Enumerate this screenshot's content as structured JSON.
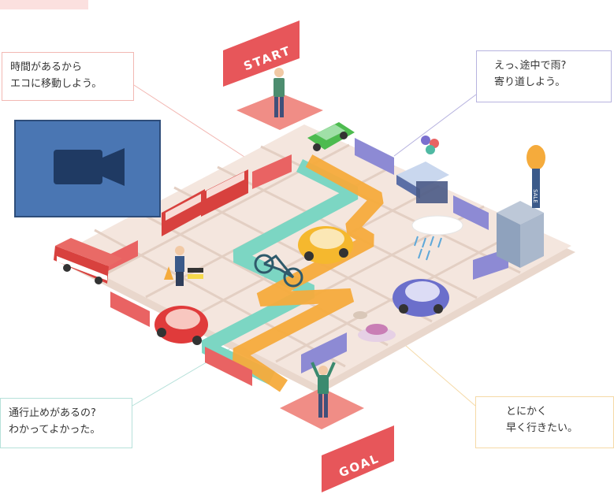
{
  "start_label": "START",
  "goal_label": "GOAL",
  "callouts": {
    "top_left": [
      "時間があるから",
      "エコに移動しよう。"
    ],
    "top_right": [
      "えっ､途中で雨?",
      "寄り道しよう。"
    ],
    "bottom_left": [
      "通行止めがあるの?",
      "わかってよかった。"
    ],
    "bottom_right": [
      "とにかく",
      "早く行きたい。"
    ]
  },
  "shop_sign": "SALE",
  "icons": [
    "video-camera-icon"
  ],
  "colors": {
    "route_teal": "#7cd6c3",
    "route_orange": "#f5ab3c",
    "route_red": "#e96363",
    "route_purple": "#8d8ad4",
    "board": "#efe1d8",
    "tile": "#f7ece6",
    "banner": "#e7565a",
    "video_overlay": "#4a76b3"
  }
}
